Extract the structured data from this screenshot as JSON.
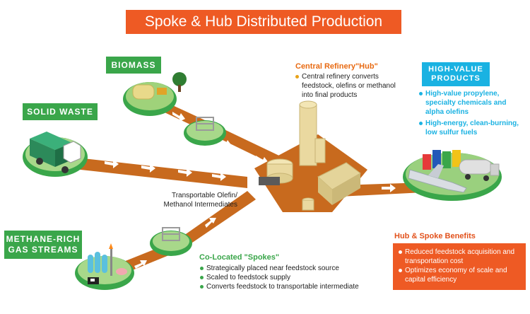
{
  "title": "Spoke & Hub Distributed Production",
  "sources": {
    "biomass": "BIOMASS",
    "solid_waste": "SOLID WASTE",
    "methane_line1": "METHANE-RICH",
    "methane_line2": "GAS STREAMS"
  },
  "hub": {
    "heading": "Central Refinery\"Hub\"",
    "text": "Central refinery converts feedstock, olefins or methanol into final products"
  },
  "products": {
    "label_line1": "HIGH-VALUE",
    "label_line2": "PRODUCTS",
    "items": [
      "High-value propylene, specialty chemicals and alpha olefins",
      "High-energy, clean-burning, low sulfur fuels"
    ]
  },
  "intermediate": {
    "line1": "Transportable Olefin/",
    "line2": "Methanol Intermediates"
  },
  "spokes": {
    "heading": "Co-Located \"Spokes\"",
    "items": [
      "Strategically placed near feedstock source",
      "Scaled to feedstock supply",
      "Converts feedstock to transportable intermediate"
    ]
  },
  "benefits": {
    "heading": "Hub & Spoke Benefits",
    "items": [
      "Reduced feedstock acquisition and transportation cost",
      "Optimizes economy of scale and capital efficiency"
    ]
  },
  "colors": {
    "orange": "#ee5a24",
    "green": "#3aa64a",
    "blue": "#1ab2e2",
    "road": "#c86a1e"
  }
}
